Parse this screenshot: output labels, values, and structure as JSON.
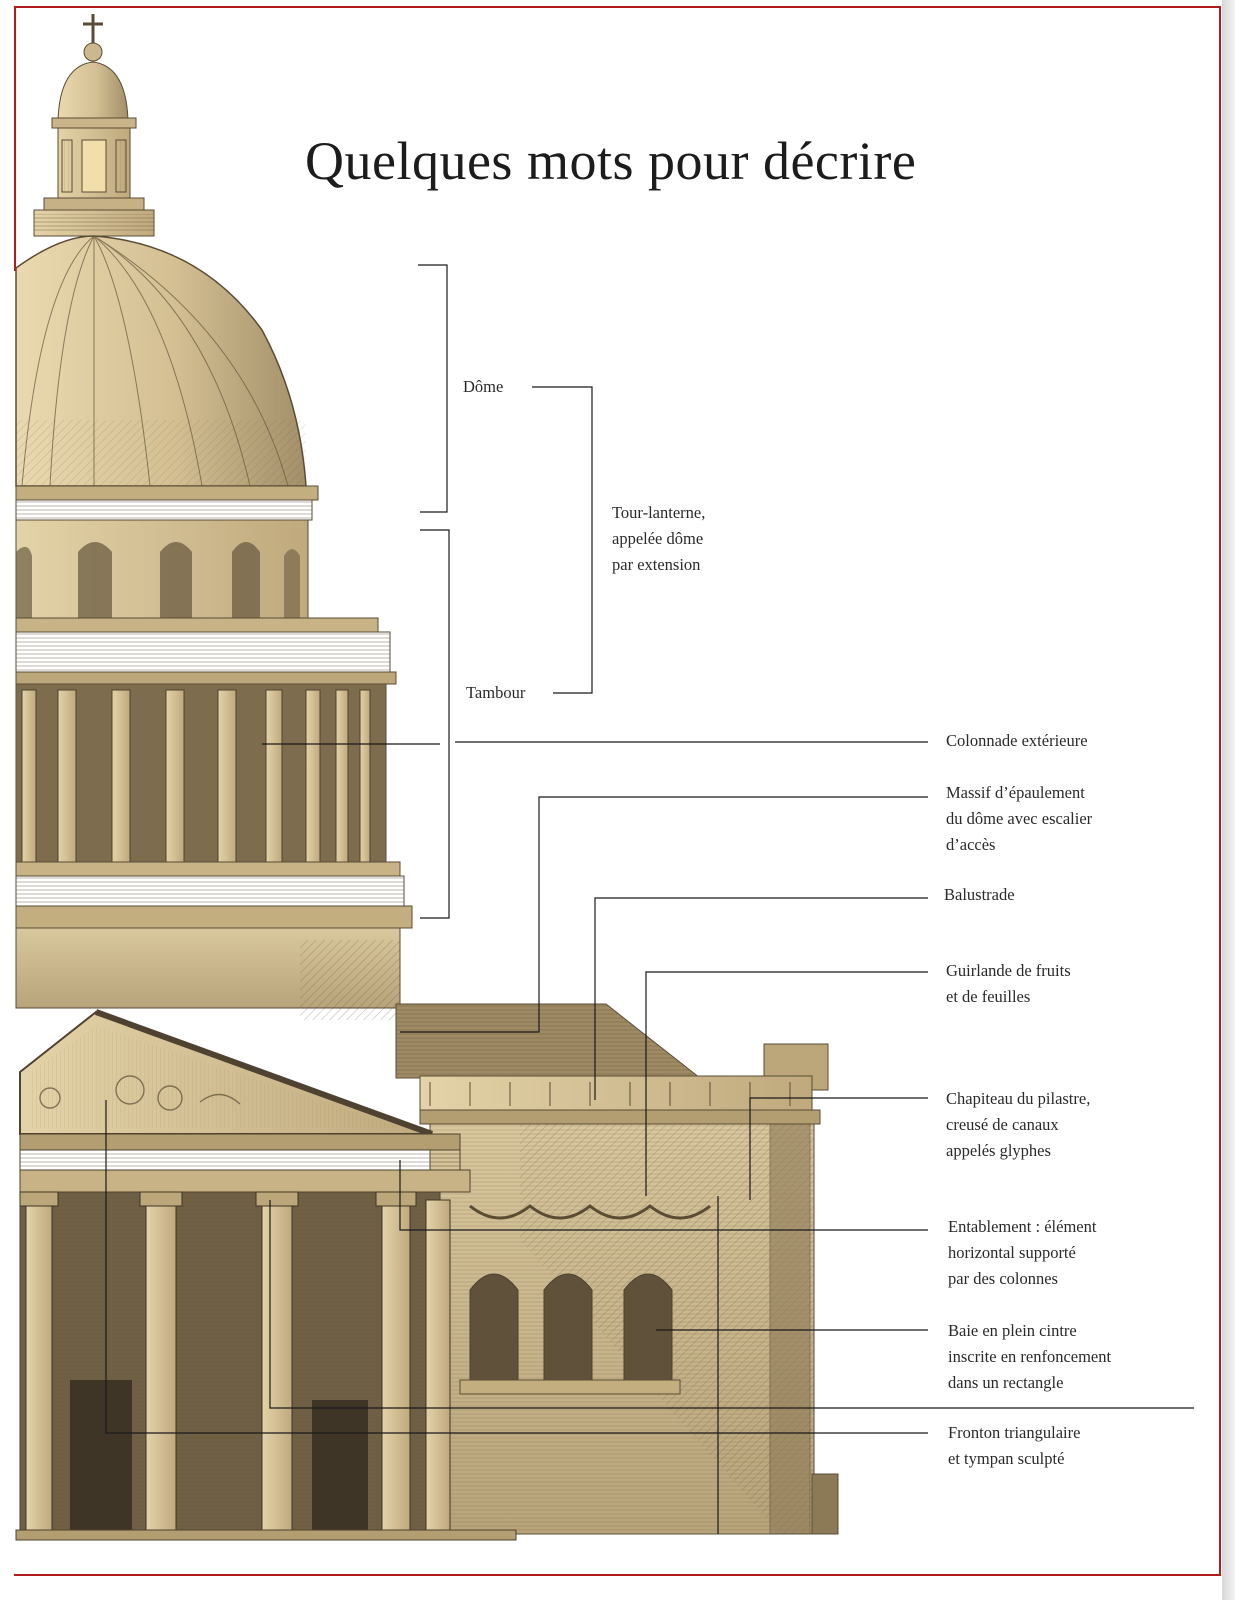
{
  "title": "Quelques mots pour décrire",
  "colors": {
    "frame": "#b31b1b",
    "engraving_light": "#d9c8a0",
    "engraving_dark": "#6b5c41",
    "leader_line": "#1a1a1a"
  },
  "labels": {
    "dome": "Dôme",
    "tour_lanterne": "Tour-lanterne,\nappelée dôme\npar extension",
    "tambour": "Tambour",
    "colonnade": "Colonnade extérieure",
    "massif": "Massif d’épaulement\ndu dôme avec escalier\nd’accès",
    "balustrade": "Balustrade",
    "guirlande": "Guirlande de fruits\net de feuilles",
    "chapiteau": "Chapiteau du pilastre,\ncreusé de canaux\nappelés glyphes",
    "entablement": "Entablement : élément\nhorizontal supporté\npar des colonnes",
    "baie": "Baie en plein cintre\ninscrite en renfoncement\ndans un rectangle",
    "fronton": "Fronton triangulaire\net tympan sculpté"
  }
}
